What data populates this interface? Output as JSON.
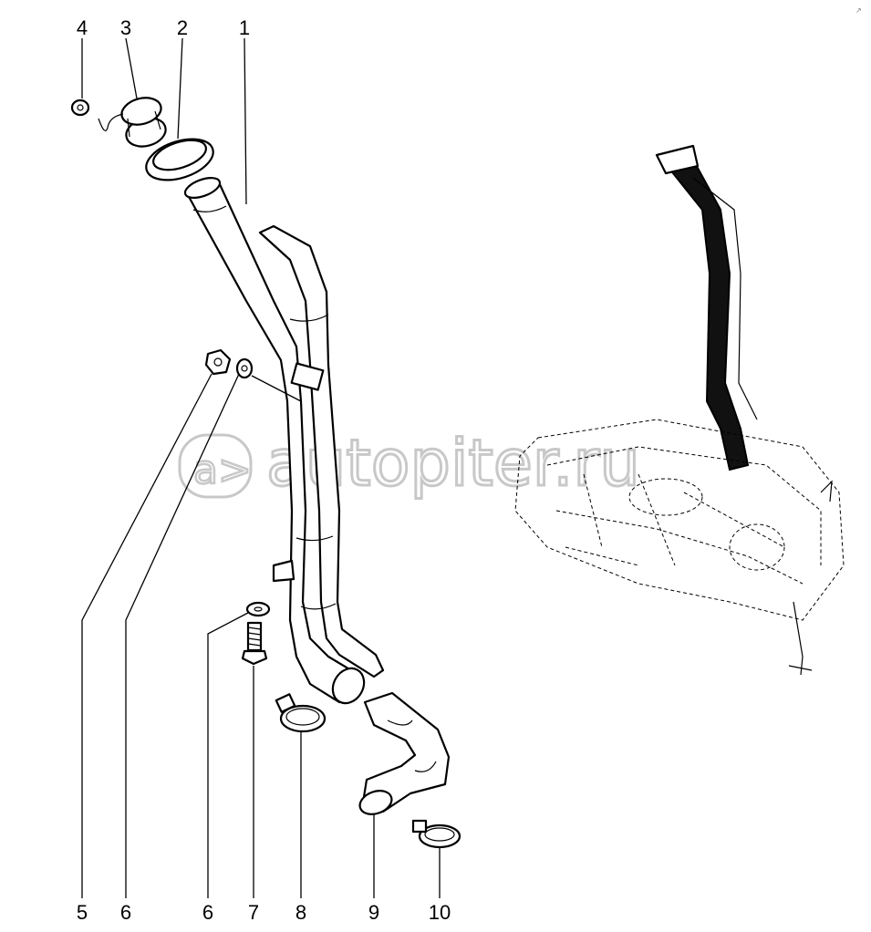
{
  "diagram": {
    "callouts_top": [
      "4",
      "3",
      "2",
      "1"
    ],
    "callouts_bottom": [
      "5",
      "6",
      "6",
      "7",
      "8",
      "9",
      "10"
    ],
    "watermark": "autopiter.ru",
    "corner_mark": "↗"
  }
}
